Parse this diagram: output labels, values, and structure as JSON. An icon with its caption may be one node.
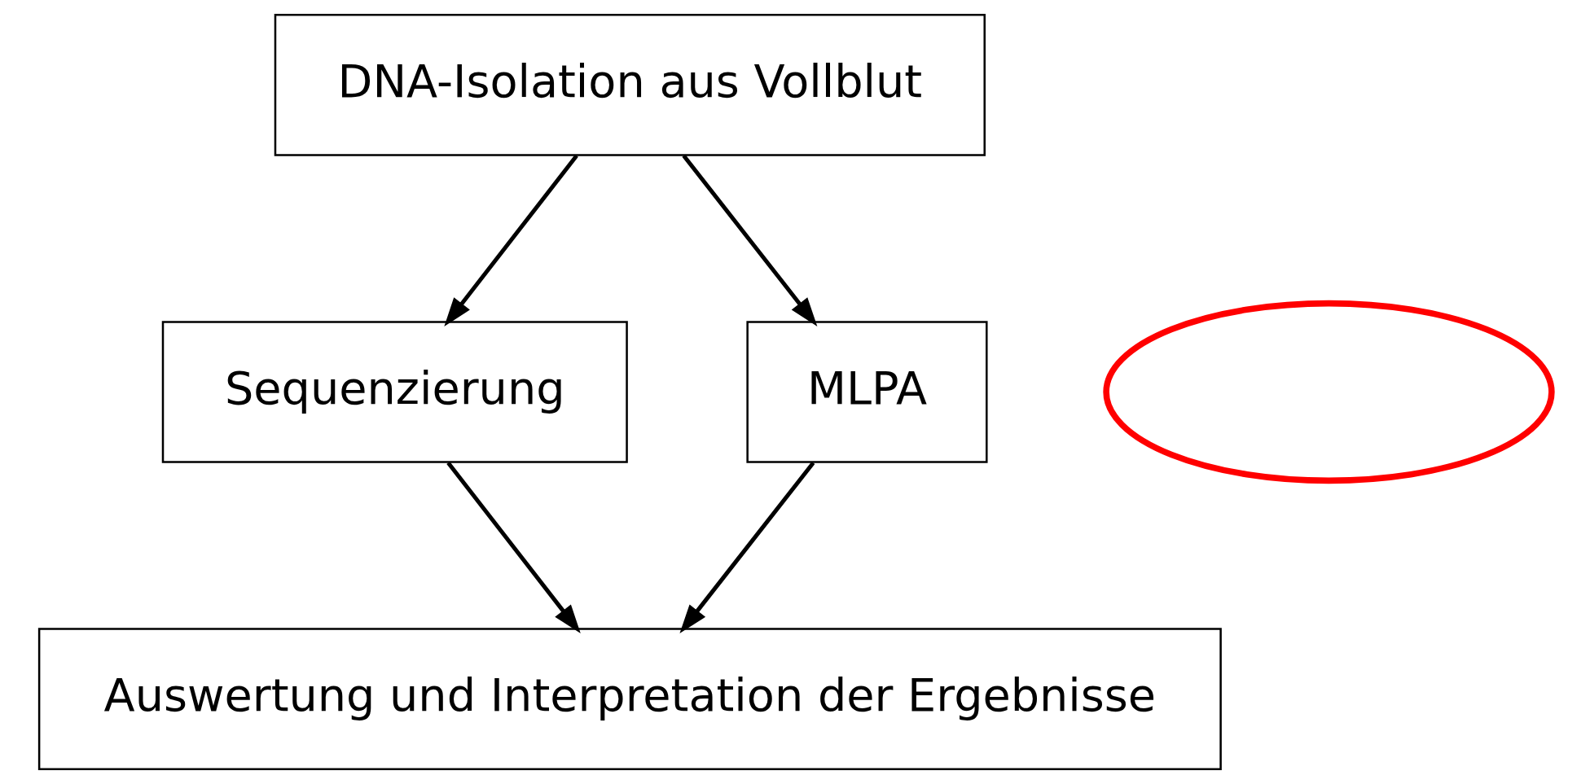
{
  "diagram": {
    "nodes": [
      {
        "text": [
          "DNA-Isolation aus Vollblut"
        ]
      },
      {
        "text": [
          "Sequenzierung"
        ]
      },
      {
        "text": [
          "MLPA"
        ]
      },
      {
        "text": [],
        "shape": "ellipse"
      },
      {
        "text": [
          "Auswertung und Interpretation der Ergebnisse"
        ]
      }
    ],
    "edges": [
      {
        "from": 0,
        "to": 1,
        "arrow": "to"
      },
      {
        "from": 0,
        "to": 2,
        "arrow": "to"
      },
      {
        "from": 1,
        "to": 4,
        "arrow": "to"
      },
      {
        "from": 2,
        "to": 4,
        "arrow": "to"
      }
    ]
  }
}
